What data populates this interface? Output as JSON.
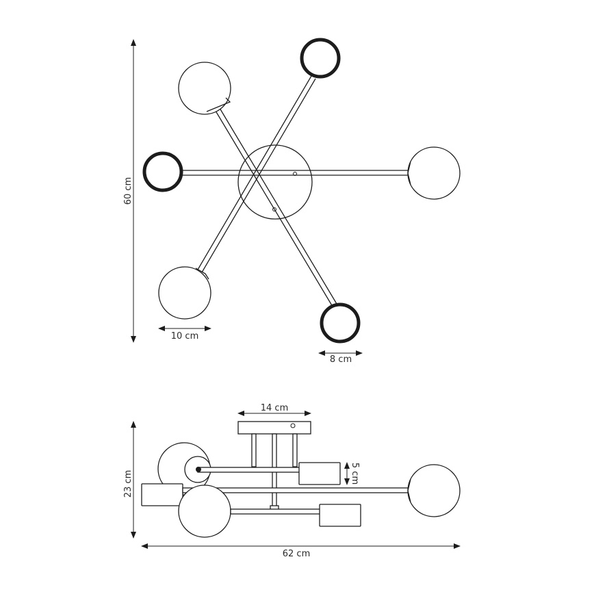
{
  "dimensions": {
    "total_height_top": "60 cm",
    "globe_diameter": "10 cm",
    "ring_diameter": "8 cm",
    "canopy_width": "14 cm",
    "shade_height": "5 cm",
    "total_height_side": "23 cm",
    "total_width": "62 cm"
  },
  "colors": {
    "line": "#1c1c1c",
    "background": "#ffffff"
  }
}
